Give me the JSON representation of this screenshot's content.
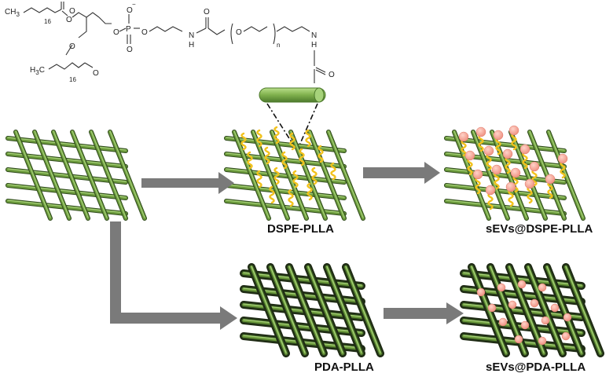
{
  "labels": {
    "dspe_plla": "DSPE-PLLA",
    "sevs_dspe_plla": "sEVs@DSPE-PLLA",
    "pda_plla": "PDA-PLLA",
    "sevs_pda_plla": "sEVs@PDA-PLLA"
  },
  "structure": {
    "ch3_top": "CH",
    "ch3_top_sub": "3",
    "ch3_bottom": "H",
    "ch3_bottom_sub": "3",
    "ch3_bottom_c": "C",
    "repeat_16_a": "16",
    "repeat_16_b": "16",
    "atoms_o": "O",
    "atom_p": "P",
    "atom_n": "N",
    "atom_h": "H",
    "charge_minus": "−",
    "repeat_n": "n"
  },
  "colors": {
    "fiber_green": "#6b9a3c",
    "fiber_dark": "#2f4a1c",
    "pda_outline": "#1e2a14",
    "dspe_yellow": "#f2c21c",
    "sev_pink": "#f4a79a",
    "arrow_gray": "#7a7a7a"
  }
}
